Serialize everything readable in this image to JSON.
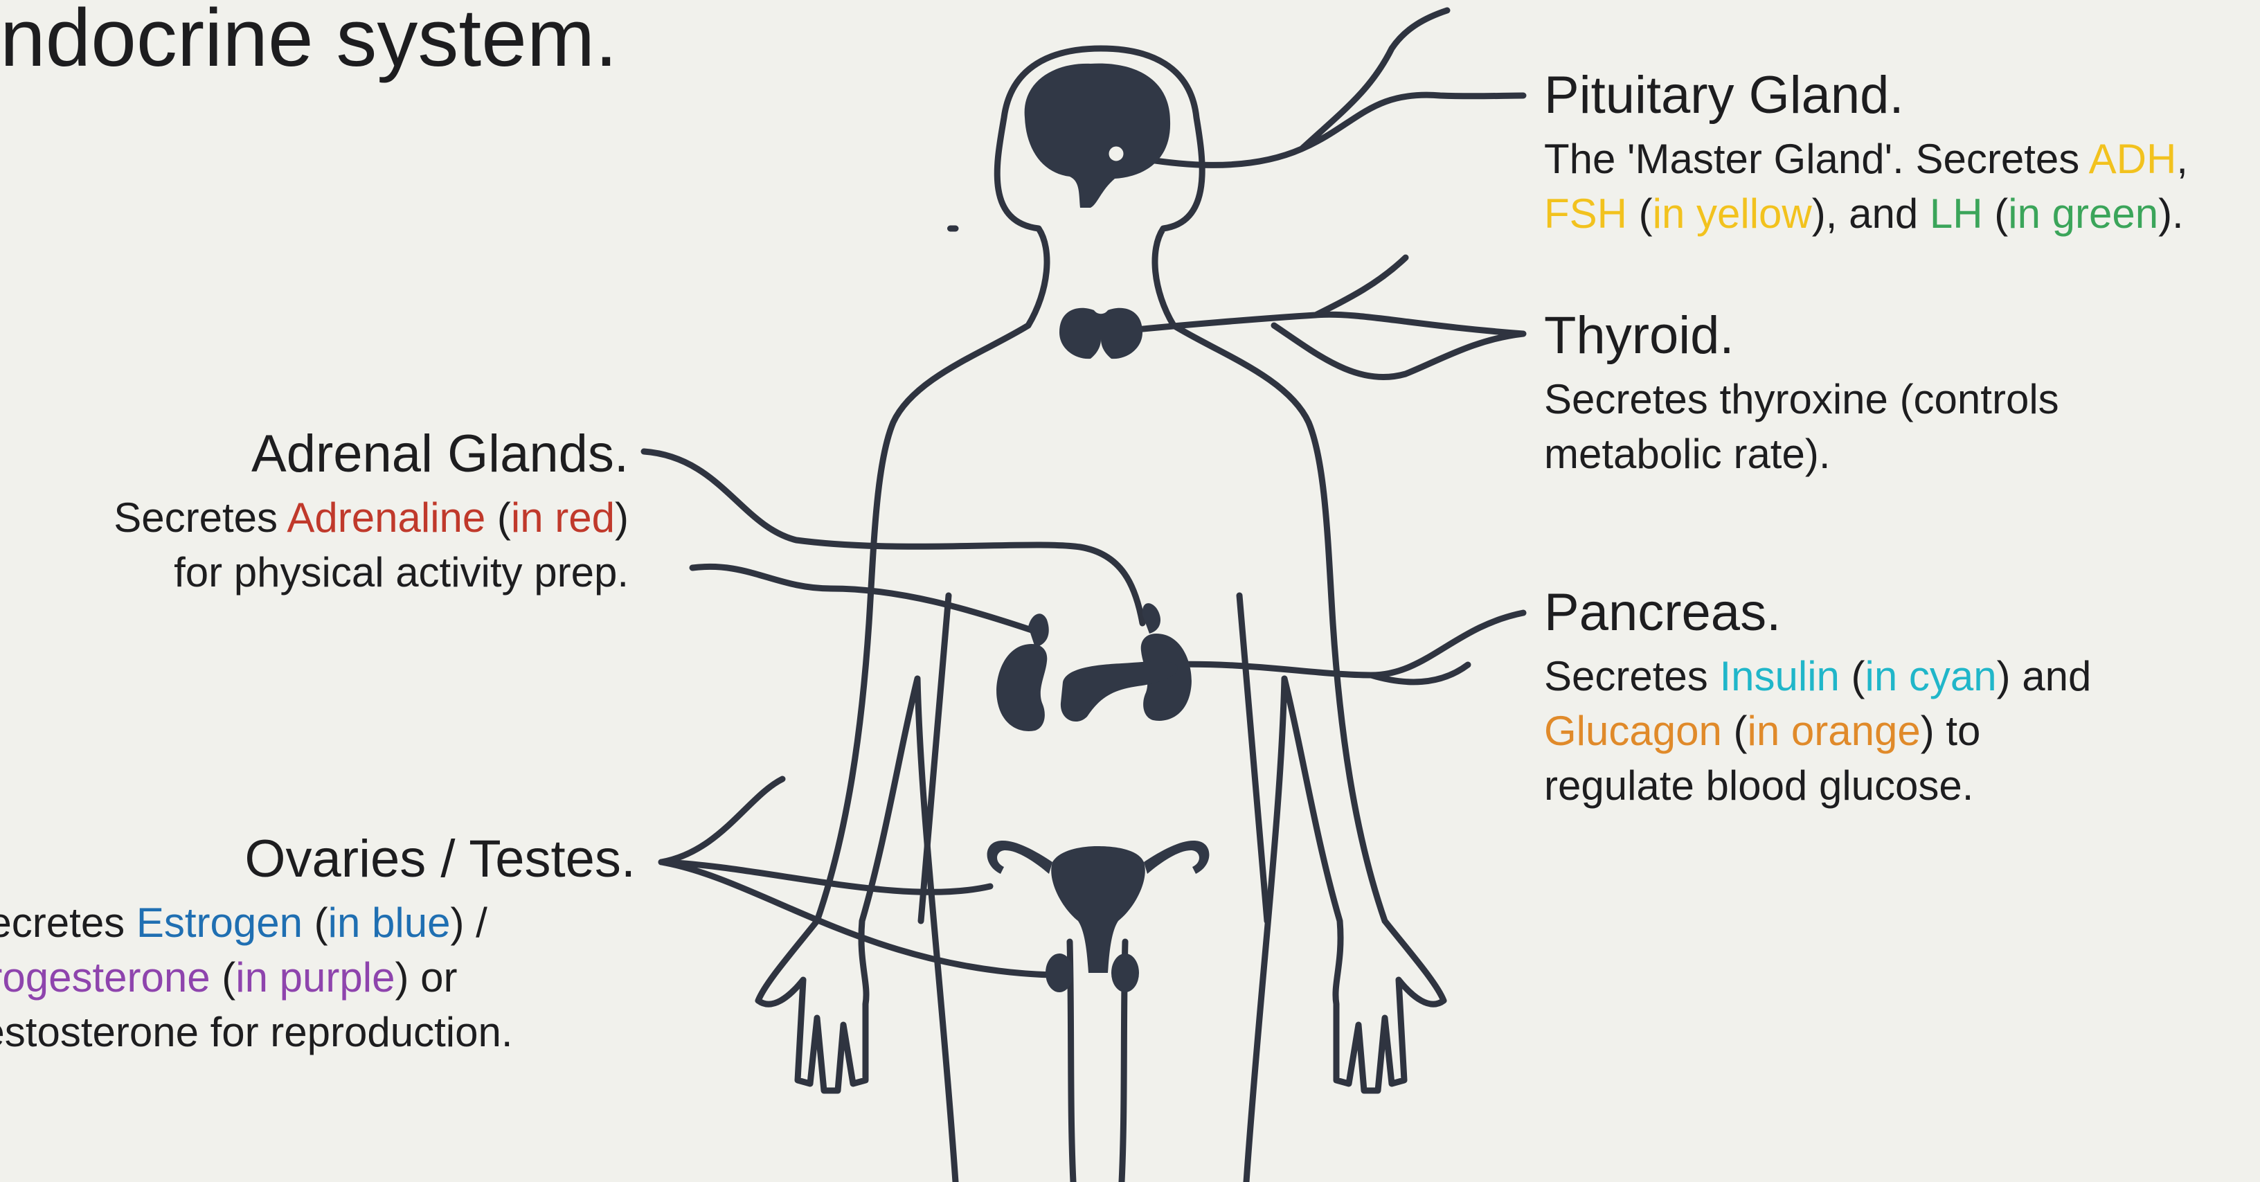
{
  "title": "ndocrine system.",
  "colors": {
    "outline": "#2f3440",
    "organ": "#313846",
    "background": "#f1f1ec",
    "text": "#1d1d1f",
    "yellow": "#f2c21e",
    "green": "#3ba55a",
    "red": "#c0392b",
    "cyan": "#20b6c9",
    "orange": "#e08a2a",
    "blue": "#1f6fb2",
    "purple": "#8e44ad"
  },
  "labels": {
    "pituitary": {
      "heading": "Pituitary Gland.",
      "lines": [
        [
          {
            "text": "The 'Master Gland'. Secretes "
          },
          {
            "text": "ADH",
            "color": "yellow"
          },
          {
            "text": ","
          }
        ],
        [
          {
            "text": "FSH",
            "color": "yellow"
          },
          {
            "text": " ("
          },
          {
            "text": "in yellow",
            "color": "yellow"
          },
          {
            "text": "), and "
          },
          {
            "text": "LH",
            "color": "green"
          },
          {
            "text": " ("
          },
          {
            "text": "in green",
            "color": "green"
          },
          {
            "text": ")."
          }
        ]
      ]
    },
    "thyroid": {
      "heading": "Thyroid.",
      "lines": [
        [
          {
            "text": "Secretes thyroxine (controls"
          }
        ],
        [
          {
            "text": "metabolic rate)."
          }
        ]
      ]
    },
    "adrenal": {
      "heading": "Adrenal Glands.",
      "lines": [
        [
          {
            "text": "Secretes "
          },
          {
            "text": "Adrenaline",
            "color": "red"
          },
          {
            "text": " ("
          },
          {
            "text": "in red",
            "color": "red"
          },
          {
            "text": ")"
          }
        ],
        [
          {
            "text": "for physical activity prep."
          }
        ]
      ]
    },
    "pancreas": {
      "heading": "Pancreas.",
      "lines": [
        [
          {
            "text": "Secretes "
          },
          {
            "text": "Insulin",
            "color": "cyan"
          },
          {
            "text": " ("
          },
          {
            "text": "in cyan",
            "color": "cyan"
          },
          {
            "text": ") and"
          }
        ],
        [
          {
            "text": "Glucagon",
            "color": "orange"
          },
          {
            "text": " ("
          },
          {
            "text": "in orange",
            "color": "orange"
          },
          {
            "text": ") to"
          }
        ],
        [
          {
            "text": "regulate blood glucose."
          }
        ]
      ]
    },
    "gonads": {
      "heading": "Ovaries / Testes.",
      "lines": [
        [
          {
            "text": "Secretes "
          },
          {
            "text": "Estrogen",
            "color": "blue"
          },
          {
            "text": " ("
          },
          {
            "text": "in blue",
            "color": "blue"
          },
          {
            "text": ") /"
          }
        ],
        [
          {
            "text": "Progesterone",
            "color": "purple"
          },
          {
            "text": " ("
          },
          {
            "text": "in purple",
            "color": "purple"
          },
          {
            "text": ") or"
          }
        ],
        [
          {
            "text": "Testosterone for reproduction."
          }
        ]
      ]
    }
  }
}
